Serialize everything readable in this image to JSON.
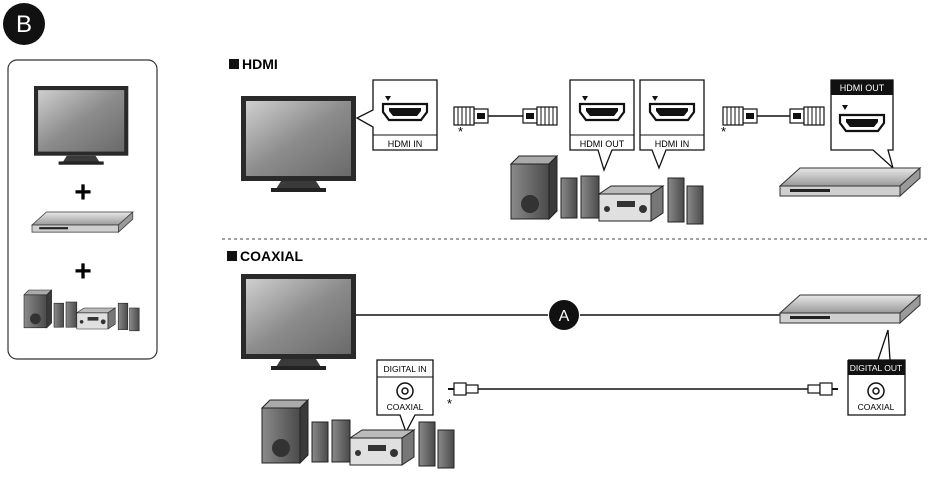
{
  "step_badge": "B",
  "sections": {
    "hdmi": {
      "title": "HDMI"
    },
    "coaxial": {
      "title": "COAXIAL",
      "callout": "A"
    }
  },
  "overview": {
    "plus_1": "+",
    "plus_2": "+"
  },
  "ports": {
    "tv_hdmi_in": "HDMI IN",
    "receiver_hdmi_out": "HDMI OUT",
    "receiver_hdmi_in": "HDMI IN",
    "player_hdmi_out": "HDMI OUT",
    "receiver_digital_in_top": "DIGITAL IN",
    "receiver_digital_in_bottom": "COAXIAL",
    "player_digital_out_top": "DIGITAL OUT",
    "player_digital_out_bottom": "COAXIAL"
  },
  "cable_notes": {
    "note_1": "*",
    "note_2": "*",
    "note_3": "*"
  },
  "colors": {
    "ink": "#1a1a1a",
    "screen": "#8a8a8a",
    "body": "#5a5a5a",
    "light": "#d9d9d9"
  }
}
